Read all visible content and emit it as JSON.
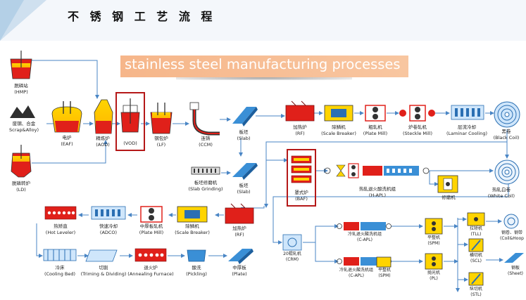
{
  "title": "不 锈 钢 工 艺 流 程",
  "banner": "stainless steel manufacturing processes",
  "stations": {
    "hmp": {
      "cn": "脱磷站",
      "en": "(HMP)"
    },
    "scrap": {
      "cn": "废钢、合金",
      "en": "Scrap&Alloy)"
    },
    "ld": {
      "cn": "脱磷转炉",
      "en": "(LD)"
    },
    "eaf": {
      "cn": "电炉",
      "en": "(EAF)"
    },
    "aod": {
      "cn": "精炼炉",
      "en": "(AOD)"
    },
    "vod": {
      "en": "(VOD)"
    },
    "lf": {
      "cn": "钢包炉",
      "en": "(LF)"
    },
    "ccm": {
      "cn": "连铸",
      "en": "(CCM)"
    },
    "slab1": {
      "cn": "板坯",
      "en": "(Slab)"
    },
    "slab_grinding": {
      "cn": "板坯修磨机",
      "en": "(Slab Grinding)"
    },
    "slab2": {
      "cn": "板坯",
      "en": "(Slab)"
    },
    "rf1": {
      "cn": "加热炉",
      "en": "(RF)"
    },
    "scale_breaker1": {
      "cn": "除鳞机",
      "en": "(Scale Breaker)"
    },
    "plate_mill1": {
      "cn": "粗轧机",
      "en": "(Plate Mill)"
    },
    "steckle_mill": {
      "cn": "炉卷轧机",
      "en": "(Steckle Mill)"
    },
    "laminar_cooling": {
      "cn": "层流冷却",
      "en": "(Laminar Cooling)"
    },
    "black_coil": {
      "cn": "黑卷",
      "en": "(Black Coil)"
    },
    "baf": {
      "cn": "罩式炉",
      "en": "(BAF)"
    },
    "hapl": {
      "cn": "热轧退火酸洗机组",
      "en": "(H-APL)"
    },
    "grinder": {
      "cn": "修磨机"
    },
    "white_coil": {
      "cn": "热轧白卷",
      "en": "(White Coil)"
    },
    "hot_leveler": {
      "cn": "热矫直",
      "en": "(Hot Leveler)"
    },
    "adco": {
      "cn": "快速冷却",
      "en": "(ADCO)"
    },
    "plate_mill2": {
      "cn": "中厚板轧机",
      "en": "(Plate Mill)"
    },
    "scale_breaker2": {
      "cn": "除鳞机",
      "en": "(Scale Breaker)"
    },
    "rf2": {
      "cn": "加热炉",
      "en": "(RF)"
    },
    "cooling_bed": {
      "cn": "冷床",
      "en": "(Cooling Bed)"
    },
    "trim": {
      "cn": "切割",
      "en": "(Triming & Dividing)"
    },
    "annealing": {
      "cn": "退火炉",
      "en": "(Annealing Furnace)"
    },
    "pickling": {
      "cn": "酸洗",
      "en": "(Pickling)"
    },
    "plate": {
      "cn": "中厚板",
      "en": "(Plate)"
    },
    "crm": {
      "cn": "20辊轧机",
      "en": "(CRM)"
    },
    "capl1": {
      "cn": "冷轧退火酸洗机组",
      "en": "(C-APL)"
    },
    "capl2": {
      "cn": "冷轧退火酸洗机组",
      "en": "(C-APL)"
    },
    "spm1": {
      "cn": "平整机",
      "en": "(SPM)"
    },
    "spm2": {
      "cn": "平整机",
      "en": "(SPM)"
    },
    "pl": {
      "cn": "抛光机",
      "en": "(PL)"
    },
    "tll": {
      "cn": "拉矫机",
      "en": "(TLL)"
    },
    "scl": {
      "cn": "横切机",
      "en": "(SCL)"
    },
    "stl": {
      "cn": "纵切机",
      "en": "(STL)"
    },
    "coil_hoop": {
      "cn": "钢卷、钢带",
      "en": "(Coil&Hoop"
    },
    "sheet": {
      "cn": "钢板",
      "en": "(Sheet)"
    }
  },
  "colors": {
    "red": "#e0201a",
    "yellow": "#ffd400",
    "blue": "#3a8fd6",
    "box": "#b51818",
    "line": "#4a86c5"
  }
}
